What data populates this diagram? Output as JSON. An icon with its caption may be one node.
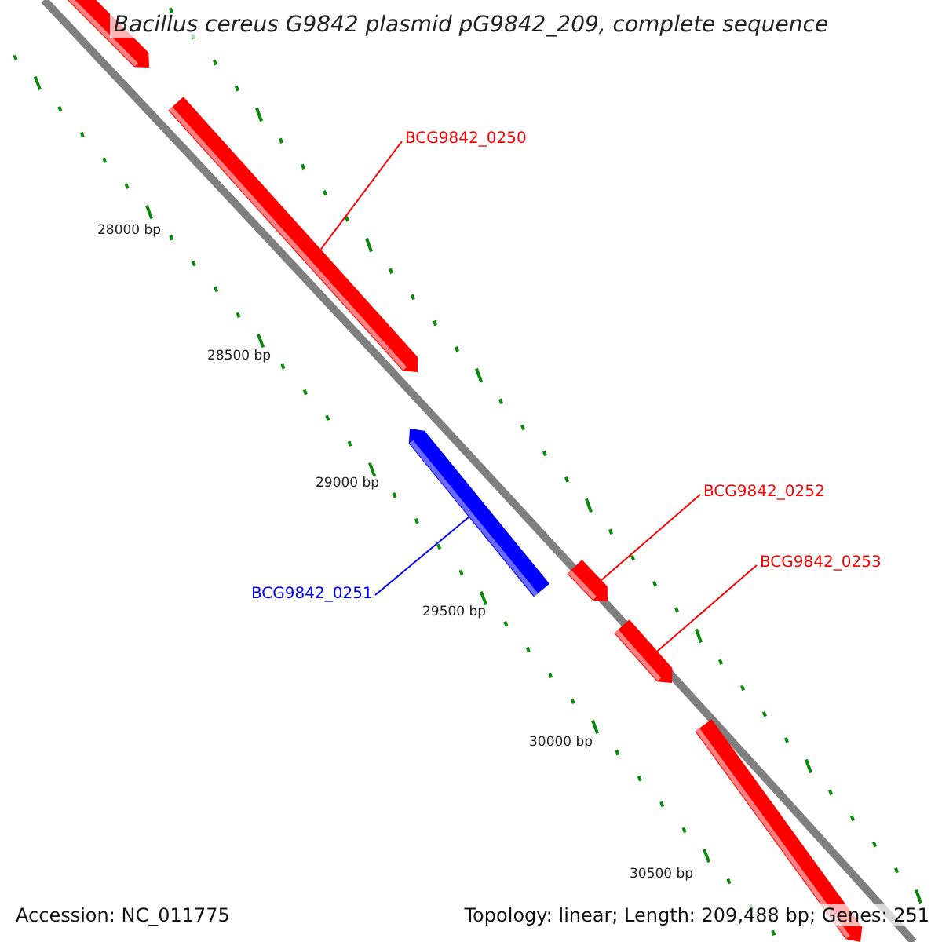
{
  "diagram": {
    "title": "Bacillus cereus G9842 plasmid pG9842_209, complete sequence",
    "nodes": [
      {
        "text": [],
        "shape": "bar"
      },
      {
        "text": [],
        "shape": "bar"
      },
      {
        "text": [
          "BCG9842_0250"
        ]
      },
      {
        "text": [],
        "shape": "bar"
      },
      {
        "text": [
          "BCG9842_0251"
        ]
      },
      {
        "text": [],
        "shape": "bar"
      },
      {
        "text": [
          "BCG9842_0252"
        ]
      },
      {
        "text": [],
        "shape": "bar"
      },
      {
        "text": [
          "BCG9842_0253"
        ]
      },
      {
        "text": [],
        "shape": "bar"
      }
    ],
    "edges": [
      {
        "from": 2,
        "to": 1,
        "arrow": "none"
      },
      {
        "from": 4,
        "to": 3,
        "arrow": "none",
        "color": "#0000ff"
      },
      {
        "from": 6,
        "to": 5,
        "arrow": "none"
      },
      {
        "from": 8,
        "to": 7,
        "arrow": "none"
      }
    ],
    "labels": [
      "28000 bp",
      "28500 bp",
      "29000 bp",
      "29500 bp",
      "30000 bp",
      "30500 bp",
      "Accession: NC_011775",
      "Topology: linear; Length: 209,488 bp; Genes: 251"
    ]
  }
}
